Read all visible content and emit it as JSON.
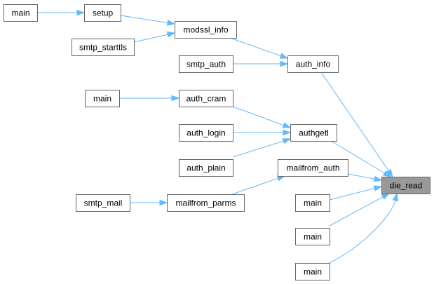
{
  "graph": {
    "type": "caller-graph",
    "edge_color": "#63b8ff",
    "node_border_color": "#666666",
    "focus_fill_color": "#999999",
    "nodes": [
      {
        "id": "main1",
        "label": "main"
      },
      {
        "id": "setup",
        "label": "setup"
      },
      {
        "id": "modssl_info",
        "label": "modssl_info"
      },
      {
        "id": "smtp_starttls",
        "label": "smtp_starttls"
      },
      {
        "id": "smtp_auth",
        "label": "smtp_auth"
      },
      {
        "id": "auth_info",
        "label": "auth_info"
      },
      {
        "id": "main2",
        "label": "main"
      },
      {
        "id": "auth_cram",
        "label": "auth_cram"
      },
      {
        "id": "auth_login",
        "label": "auth_login"
      },
      {
        "id": "authgetl",
        "label": "authgetl"
      },
      {
        "id": "auth_plain",
        "label": "auth_plain"
      },
      {
        "id": "mailfrom_auth",
        "label": "mailfrom_auth"
      },
      {
        "id": "die_read",
        "label": "die_read",
        "focus": true
      },
      {
        "id": "smtp_mail",
        "label": "smtp_mail"
      },
      {
        "id": "mailfrom_parms",
        "label": "mailfrom_parms"
      },
      {
        "id": "main3",
        "label": "main"
      },
      {
        "id": "main4",
        "label": "main"
      },
      {
        "id": "main5",
        "label": "main"
      }
    ],
    "edges": [
      {
        "from": "main1",
        "to": "setup"
      },
      {
        "from": "setup",
        "to": "modssl_info"
      },
      {
        "from": "smtp_starttls",
        "to": "modssl_info"
      },
      {
        "from": "modssl_info",
        "to": "auth_info"
      },
      {
        "from": "smtp_auth",
        "to": "auth_info"
      },
      {
        "from": "auth_info",
        "to": "die_read"
      },
      {
        "from": "main2",
        "to": "auth_cram"
      },
      {
        "from": "auth_cram",
        "to": "authgetl"
      },
      {
        "from": "auth_login",
        "to": "authgetl"
      },
      {
        "from": "auth_plain",
        "to": "authgetl"
      },
      {
        "from": "authgetl",
        "to": "die_read"
      },
      {
        "from": "mailfrom_auth",
        "to": "die_read"
      },
      {
        "from": "smtp_mail",
        "to": "mailfrom_parms"
      },
      {
        "from": "mailfrom_parms",
        "to": "mailfrom_auth"
      },
      {
        "from": "main3",
        "to": "die_read"
      },
      {
        "from": "main4",
        "to": "die_read"
      },
      {
        "from": "main5",
        "to": "die_read"
      }
    ]
  }
}
